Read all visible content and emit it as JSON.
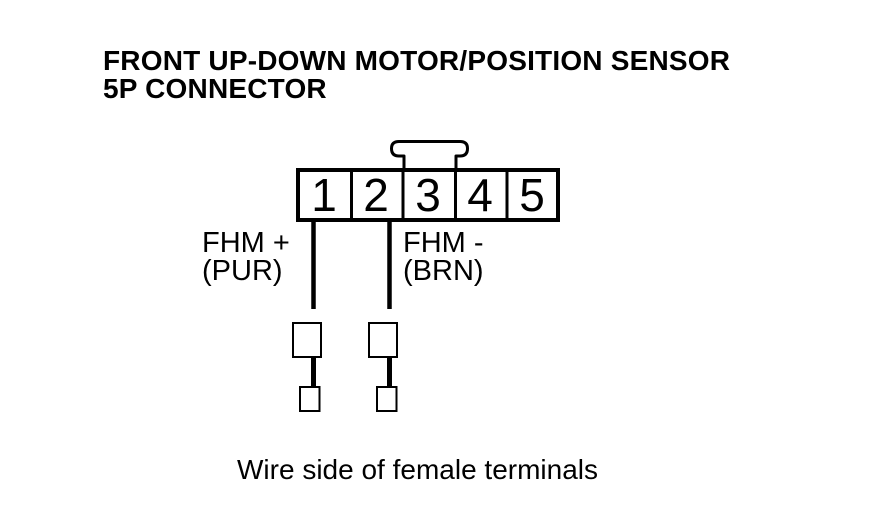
{
  "title": {
    "line1": "FRONT UP-DOWN MOTOR/POSITION SENSOR",
    "line2": "5P CONNECTOR"
  },
  "connector": {
    "type": "5P connector, wire side of female terminals",
    "pins": [
      "1",
      "2",
      "3",
      "4",
      "5"
    ]
  },
  "labels": {
    "left": {
      "signal": "FHM +",
      "color_code": "(PUR)"
    },
    "right": {
      "signal": "FHM -",
      "color_code": "(BRN)"
    }
  },
  "caption": "Wire side of female terminals",
  "colors": {
    "line": "#000000",
    "background": "#ffffff"
  }
}
